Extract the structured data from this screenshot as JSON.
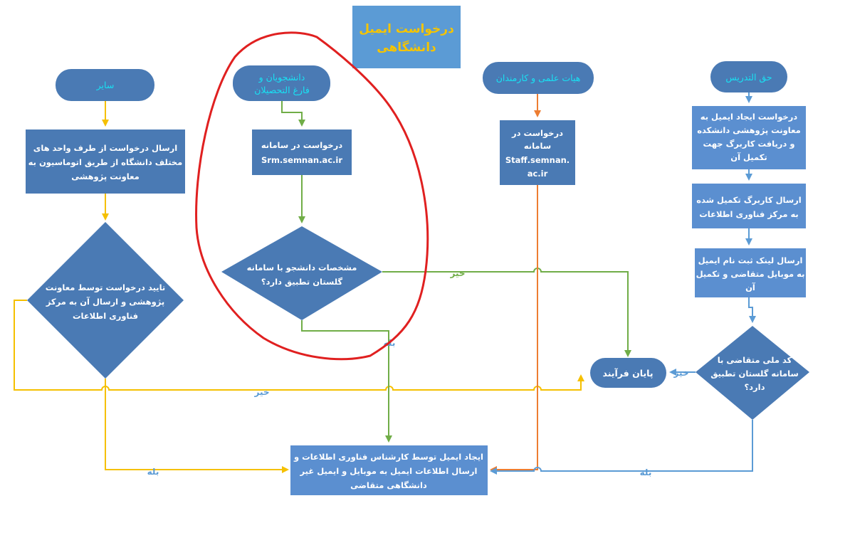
{
  "title": {
    "line1": "درخواست ایمیل",
    "line2": "دانشگاهی"
  },
  "start_nodes": {
    "other": "سایر",
    "students": {
      "line1": "دانشجویان و",
      "line2": "فارغ التحصیلان"
    },
    "faculty_staff": "هیات علمی و کارمندان",
    "adjunct": "حق التدریس"
  },
  "process_nodes": {
    "other_request": {
      "line1": "ارسال درخواست از طرف واحد های",
      "line2": "مختلف دانشگاه از طریق اتوماسیون به",
      "line3": "معاونت پژوهشی"
    },
    "students_request": {
      "line1": "درخواست در سامانه",
      "line2": "Srm.semnan.ac.ir"
    },
    "staff_request": {
      "line1": "درخواست در",
      "line2": "سامانه",
      "line3": "Staff.semnan.",
      "line4": "ac.ir"
    },
    "adjunct_request": {
      "line1": "درخواست ایجاد ایمیل به",
      "line2": "معاونت پژوهشی دانشکده",
      "line3": "و دریافت کاربرگ جهت",
      "line4": "تکمیل آن"
    },
    "adjunct_send_form": {
      "line1": "ارسال کاربرگ تکمیل شده",
      "line2": "به مرکز فناوری اطلاعات"
    },
    "adjunct_send_link": {
      "line1": "ارسال لینک ثبت نام ایمیل",
      "line2": "به موبایل متقاضی و تکمیل",
      "line3": "آن"
    },
    "create_email": {
      "line1": "ایجاد ایمیل توسط کارشناس فناوری اطلاعات و",
      "line2": "ارسال اطلاعات ایمیل به موبایل و ایمیل غیر",
      "line3": "دانشگاهی متقاضی"
    }
  },
  "decision_nodes": {
    "other_approve": {
      "line1": "تایید درخواست توسط معاونت",
      "line2": "پژوهشی و ارسال آن به مرکز",
      "line3": "فناوری اطلاعات"
    },
    "students_golestan": {
      "line1": "مشخصات دانشجو با سامانه",
      "line2": "گلستان تطبیق دارد؟"
    },
    "adjunct_golestan": {
      "line1": "کد ملی متقاضی با",
      "line2": "سامانه گلستان تطبیق",
      "line3": "دارد؟"
    }
  },
  "end_node": "پایان فرآیند",
  "edge_labels": {
    "no_students": "خیر",
    "yes_students": "بله",
    "no_other": "خیر",
    "yes_other": "بله",
    "no_adjunct": "خیر",
    "yes_adjunct": "بله"
  },
  "colors": {
    "box_fill": "#4a7ab4",
    "title_fill": "#5b9bd5",
    "title_text": "#f5c400",
    "pill_text": "#19e0f2",
    "yellow_line": "#f5c000",
    "green_line": "#70ad47",
    "orange_line": "#ed7d31",
    "blue_line": "#5b9bd5",
    "highlight_circle": "#e02020"
  }
}
